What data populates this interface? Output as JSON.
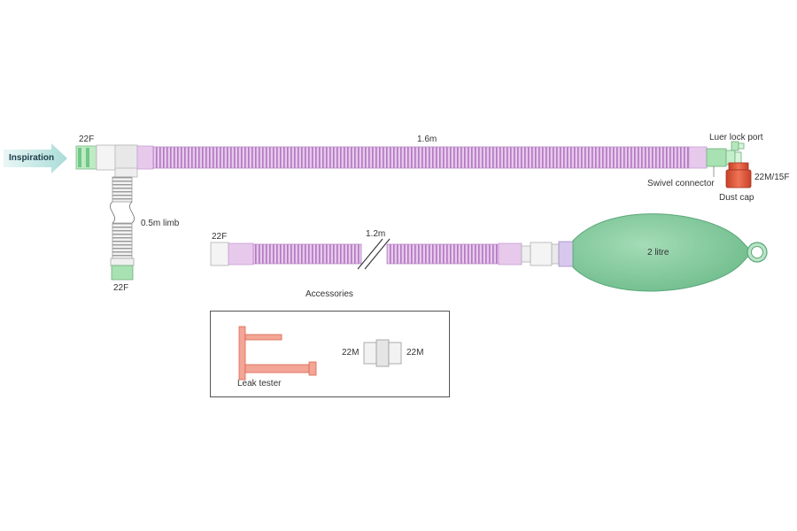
{
  "labels": {
    "inspiration": "Inspiration",
    "size_22f_top": "22F",
    "length_main": "1.6m",
    "luer_lock": "Luer lock port",
    "swivel": "Swivel connector",
    "size_22m_15f": "22M/15F",
    "dust_cap": "Dust cap",
    "limb": "0.5m limb",
    "size_22f_limb": "22F",
    "size_22f_bag": "22F",
    "length_bag": "1.2m",
    "bag_volume": "2 litre",
    "accessories": "Accessories",
    "leak_tester": "Leak tester",
    "size_22m_left": "22M",
    "size_22m_right": "22M"
  },
  "colors": {
    "tube": "#cf9fd6",
    "tube_rib": "#b277c0",
    "bag": "#7fc79a",
    "bag_edge": "#5ba779",
    "connector_green": "#9fe0a8",
    "cap_red": "#e05a3a",
    "leak_tester": "#e8826d",
    "arrow": "#c6ebe8"
  }
}
